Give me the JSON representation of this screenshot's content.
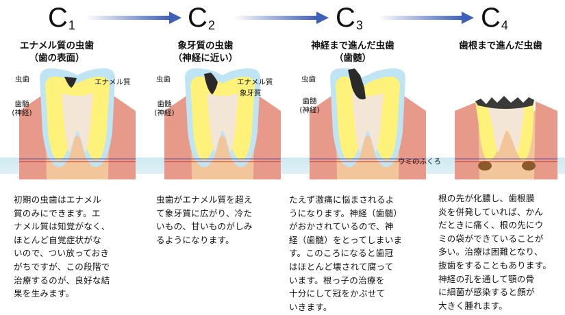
{
  "stages": [
    {
      "label": "C",
      "label_sub": "1",
      "title_line1": "エナメル質の虫歯",
      "title_line2": "（歯の表面）",
      "callouts": {
        "cavity": "虫歯",
        "enamel": "エナメル質",
        "pulp_line1": "歯髄",
        "pulp_line2": "(神経)"
      },
      "desc_lines": [
        "初期の虫歯はエナメル",
        "質のみにできます。エ",
        "ナメル質は知覚がなく、",
        "ほとんど自覚症状がな",
        "いので、つい放っておき",
        "がちですが、この段階で",
        "治療するのが、良好な結",
        "果を生みます。"
      ]
    },
    {
      "label": "C",
      "label_sub": "2",
      "title_line1": "象牙質の虫歯",
      "title_line2": "（神経に近い）",
      "callouts": {
        "cavity": "虫歯",
        "enamel": "エナメル質",
        "dentin": "象牙質",
        "pulp_line1": "歯髄",
        "pulp_line2": "(神経)"
      },
      "desc_lines": [
        "虫歯がエナメル質を超え",
        "て象牙質に広がり、冷た",
        "いもの、甘いものがしみ",
        "るようになります。"
      ]
    },
    {
      "label": "C",
      "label_sub": "3",
      "title_line1": "神経まで進んだ虫歯",
      "title_line2": "（歯髄）",
      "callouts": {
        "cavity": "虫歯",
        "pulp_line1": "歯髄",
        "pulp_line2": "(神経)"
      },
      "desc_lines": [
        "たえず激痛に悩まされるよ",
        "うになります。神経（歯髄）",
        "がおかされているので、神",
        "経（歯髄）をとってしまいま",
        "す。このころになると歯冠",
        "はほとんど壊されて腐って",
        "います。根っ子の治療を",
        "十分にして冠をかぶせて",
        "いきます。"
      ]
    },
    {
      "label": "C",
      "label_sub": "4",
      "title_line1": "歯根まで進んだ虫歯",
      "title_line2": "",
      "callouts": {
        "pus_sac": "ウミのふくろ"
      },
      "desc_lines": [
        "根の先が化膿し、歯根膜",
        "炎を併発していれば、かん",
        "だときに痛く、根の先にウ",
        "ミの袋ができていることが",
        "多い。治療は困難となり、",
        "抜歯をすることもあります。",
        "神経の孔を通して顎の骨",
        "に細菌が感染すると顔が",
        "大きく腫れます。"
      ]
    }
  ],
  "colors": {
    "arrow": "#3d5fb8",
    "gum": "#e89a8a",
    "bone": "#f2c59a",
    "enamel": "#bfe4f4",
    "dentin": "#fff27a",
    "pulp": "#f4e6d6",
    "decay": "#2a2a2a",
    "band": "#cfe9f1"
  }
}
